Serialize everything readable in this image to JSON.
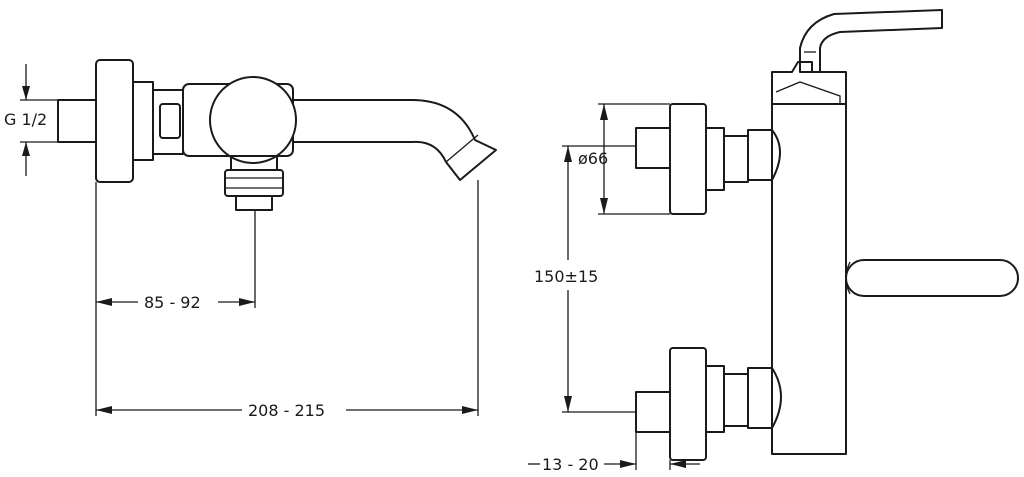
{
  "dimensions": {
    "thread": "G 1/2",
    "outlet_offset": "85 - 92",
    "total_length": "208 - 215",
    "rosette_diameter": "ø66",
    "center_distance": "150±15",
    "wall_offset": "13 - 20"
  }
}
